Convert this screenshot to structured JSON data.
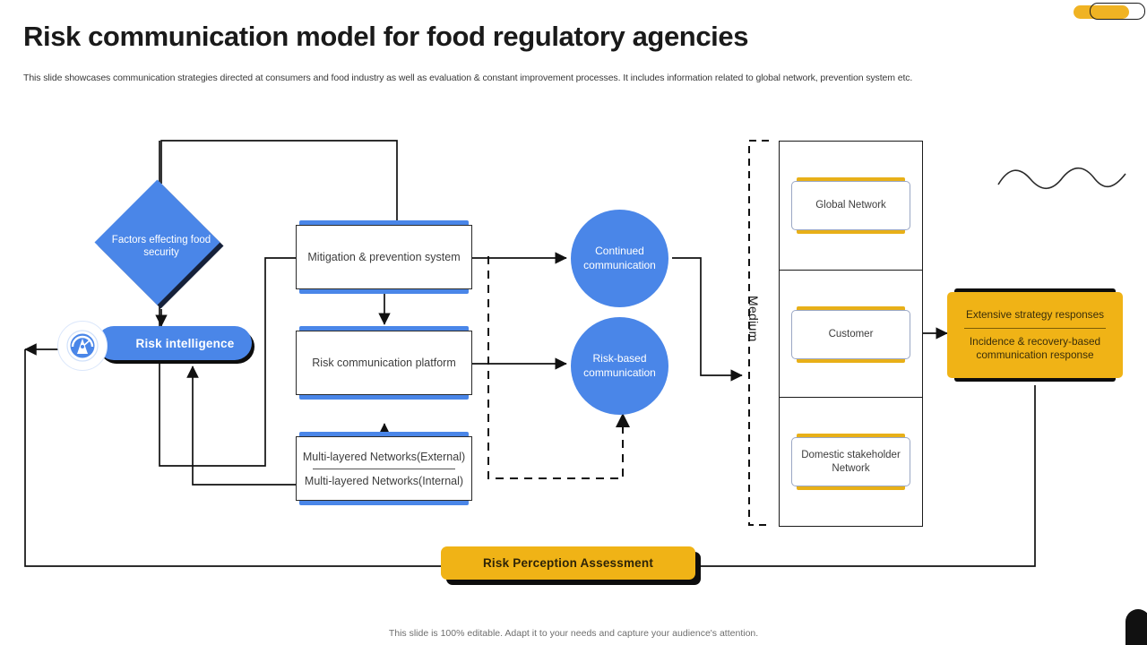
{
  "header": {
    "title": "Risk communication model for food regulatory agencies",
    "subtitle": "This slide showcases communication strategies directed at consumers and food industry as well as evaluation & constant improvement processes. It includes information related to global network, prevention system etc."
  },
  "footer": {
    "note": "This slide is 100% editable. Adapt it to your needs and capture your audience's attention."
  },
  "diagram": {
    "diamond": {
      "label": "Factors effecting food security"
    },
    "risk_intelligence": {
      "label": "Risk intelligence",
      "icon": "gauge-radar-icon"
    },
    "process_boxes": [
      {
        "label": "Mitigation & prevention  system"
      },
      {
        "label": "Risk communication platform"
      }
    ],
    "networks_box": {
      "row1": "Multi-layered Networks(External)",
      "row2": "Multi-layered Networks(Internal)"
    },
    "circles": [
      {
        "label": "Continued communication"
      },
      {
        "label": "Risk-based communication"
      }
    ],
    "medium": {
      "label": "Medium",
      "cells": [
        {
          "label": "Global Network"
        },
        {
          "label": "Customer"
        },
        {
          "label": "Domestic stakeholder Network"
        }
      ]
    },
    "responses": {
      "row1": "Extensive strategy responses",
      "row2": "Incidence & recovery-based communication response"
    },
    "assessment_bar": {
      "label": "Risk Perception Assessment"
    }
  },
  "colors": {
    "blue": "#4a86e8",
    "amber": "#f0b316",
    "gold_accent": "#e8b018",
    "line": "#1a1a1a",
    "text_dark": "#3d3d3d"
  }
}
